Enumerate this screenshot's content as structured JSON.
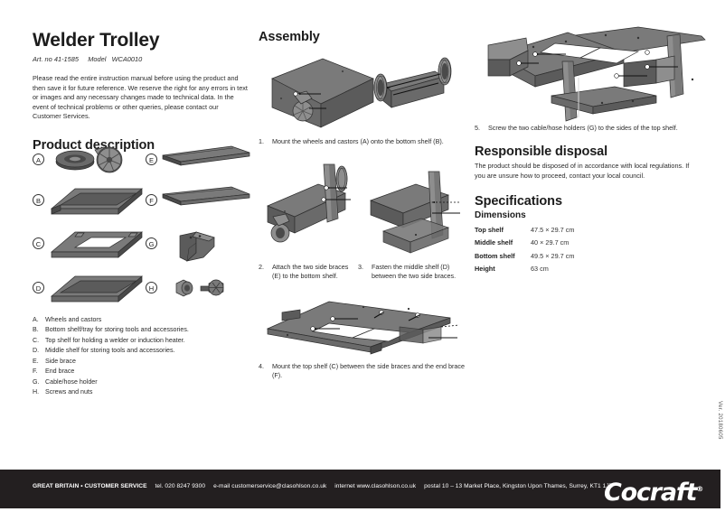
{
  "document": {
    "title": "Welder Trolley",
    "art_no_label": "Art. no",
    "art_no": "41-1585",
    "model_label": "Model",
    "model": "WCA0010",
    "intro": "Please read the entire instruction manual before using the product and then save it for future reference. We reserve the right for any errors in text or images and any necessary changes made to technical data. In the event of technical problems or other queries, please contact our Customer Services.",
    "version": "Ver. 20180605"
  },
  "product_description": {
    "heading": "Product description",
    "parts": [
      {
        "key": "A",
        "icon": "wheels-and-castors-icon"
      },
      {
        "key": "B",
        "icon": "bottom-shelf-icon"
      },
      {
        "key": "C",
        "icon": "top-shelf-icon"
      },
      {
        "key": "D",
        "icon": "middle-shelf-icon"
      },
      {
        "key": "E",
        "icon": "side-brace-icon"
      },
      {
        "key": "F",
        "icon": "end-brace-icon"
      },
      {
        "key": "G",
        "icon": "cable-hose-holder-icon"
      },
      {
        "key": "H",
        "icon": "screws-and-nuts-icon"
      }
    ],
    "legend": [
      {
        "key": "A.",
        "text": "Wheels and castors"
      },
      {
        "key": "B.",
        "text": "Bottom shelf/tray for storing tools and accessories."
      },
      {
        "key": "C.",
        "text": "Top shelf for holding a welder or induction heater."
      },
      {
        "key": "D.",
        "text": "Middle shelf for storing tools and accessories."
      },
      {
        "key": "E.",
        "text": "Side brace"
      },
      {
        "key": "F.",
        "text": "End brace"
      },
      {
        "key": "G.",
        "text": "Cable/hose holder"
      },
      {
        "key": "H.",
        "text": "Screws and nuts"
      }
    ]
  },
  "assembly": {
    "heading": "Assembly",
    "steps": [
      {
        "num": "1.",
        "text": "Mount the wheels and castors (A) onto the bottom shelf (B)."
      },
      {
        "num": "2.",
        "text": "Attach the two side braces (E) to the bottom shelf."
      },
      {
        "num": "3.",
        "text": "Fasten the middle shelf (D) between the two side braces."
      },
      {
        "num": "4.",
        "text": "Mount the top shelf (C) between the side braces and the end brace (F)."
      },
      {
        "num": "5.",
        "text": "Screw the two cable/hose holders (G) to the sides of the top shelf."
      }
    ]
  },
  "disposal": {
    "heading": "Responsible disposal",
    "text": "The product should be disposed of in accordance with local regulations. If you are unsure how to proceed, contact your local council."
  },
  "specifications": {
    "heading": "Specifications",
    "subheading": "Dimensions",
    "rows": [
      {
        "label": "Top shelf",
        "value": "47.5 × 29.7 cm"
      },
      {
        "label": "Middle shelf",
        "value": "40 × 29.7 cm"
      },
      {
        "label": "Bottom shelf",
        "value": "49.5 × 29.7 cm"
      },
      {
        "label": "Height",
        "value": "63 cm"
      }
    ]
  },
  "footer": {
    "region": "GREAT BRITAIN • CUSTOMER SERVICE",
    "tel_label": "tel.",
    "tel": "020 8247 9300",
    "email_label": "e-mail",
    "email": "customerservice@clasohlson.co.uk",
    "internet_label": "internet",
    "internet": "www.clasohlson.co.uk",
    "postal_label": "postal",
    "postal": "10 – 13 Market Place, Kingston Upon Thames, Surrey, KT1 1JZ",
    "brand": "Cocraft",
    "brand_mark": "®",
    "bg_color": "#231f20"
  }
}
